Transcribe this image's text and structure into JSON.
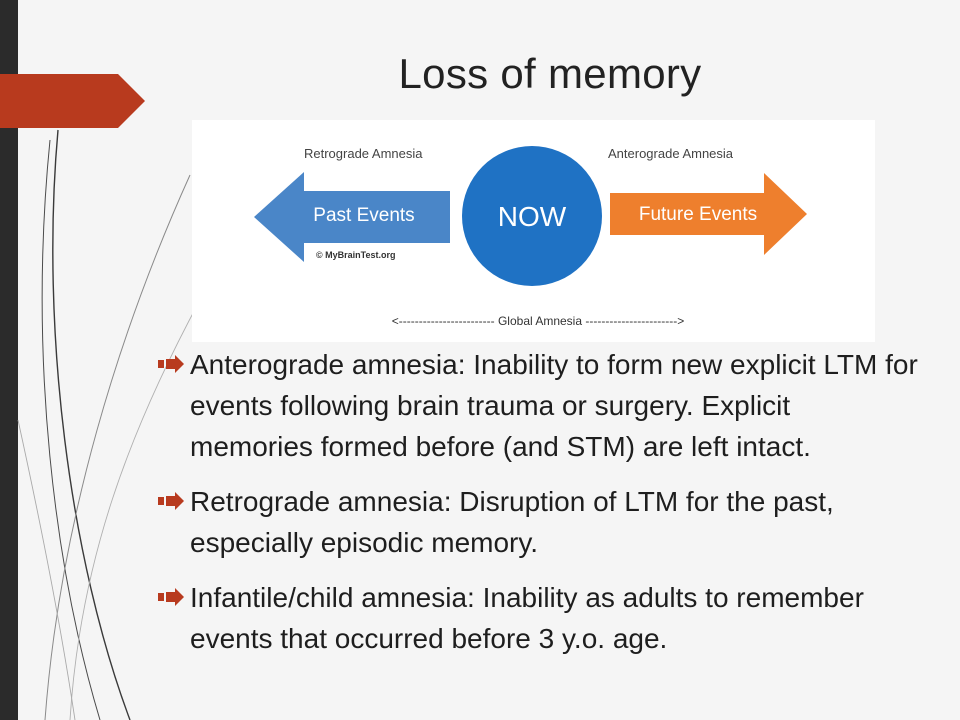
{
  "slide": {
    "title": "Loss of memory",
    "colors": {
      "accent": "#b83a1e",
      "sidebar": "#2b2b2b",
      "blue": "#4a86c8",
      "now_blue": "#1f72c4",
      "orange": "#ee7f2d"
    }
  },
  "diagram": {
    "retrograde_label": "Retrograde Amnesia",
    "anterograde_label": "Anterograde Amnesia",
    "past_label": "Past Events",
    "now_label": "NOW",
    "future_label": "Future Events",
    "copyright": "© MyBrainTest.org",
    "global_label": "<------------------------ Global Amnesia ----------------------->"
  },
  "bullets": [
    {
      "text": "Anterograde amnesia:  Inability to form new explicit LTM for events following brain trauma or surgery. Explicit memories formed before (and STM) are left intact."
    },
    {
      "text": "Retrograde amnesia:  Disruption of LTM for the past, especially episodic memory."
    },
    {
      "text": "Infantile/child amnesia:  Inability as adults to remember events that occurred before 3 y.o. age."
    }
  ]
}
